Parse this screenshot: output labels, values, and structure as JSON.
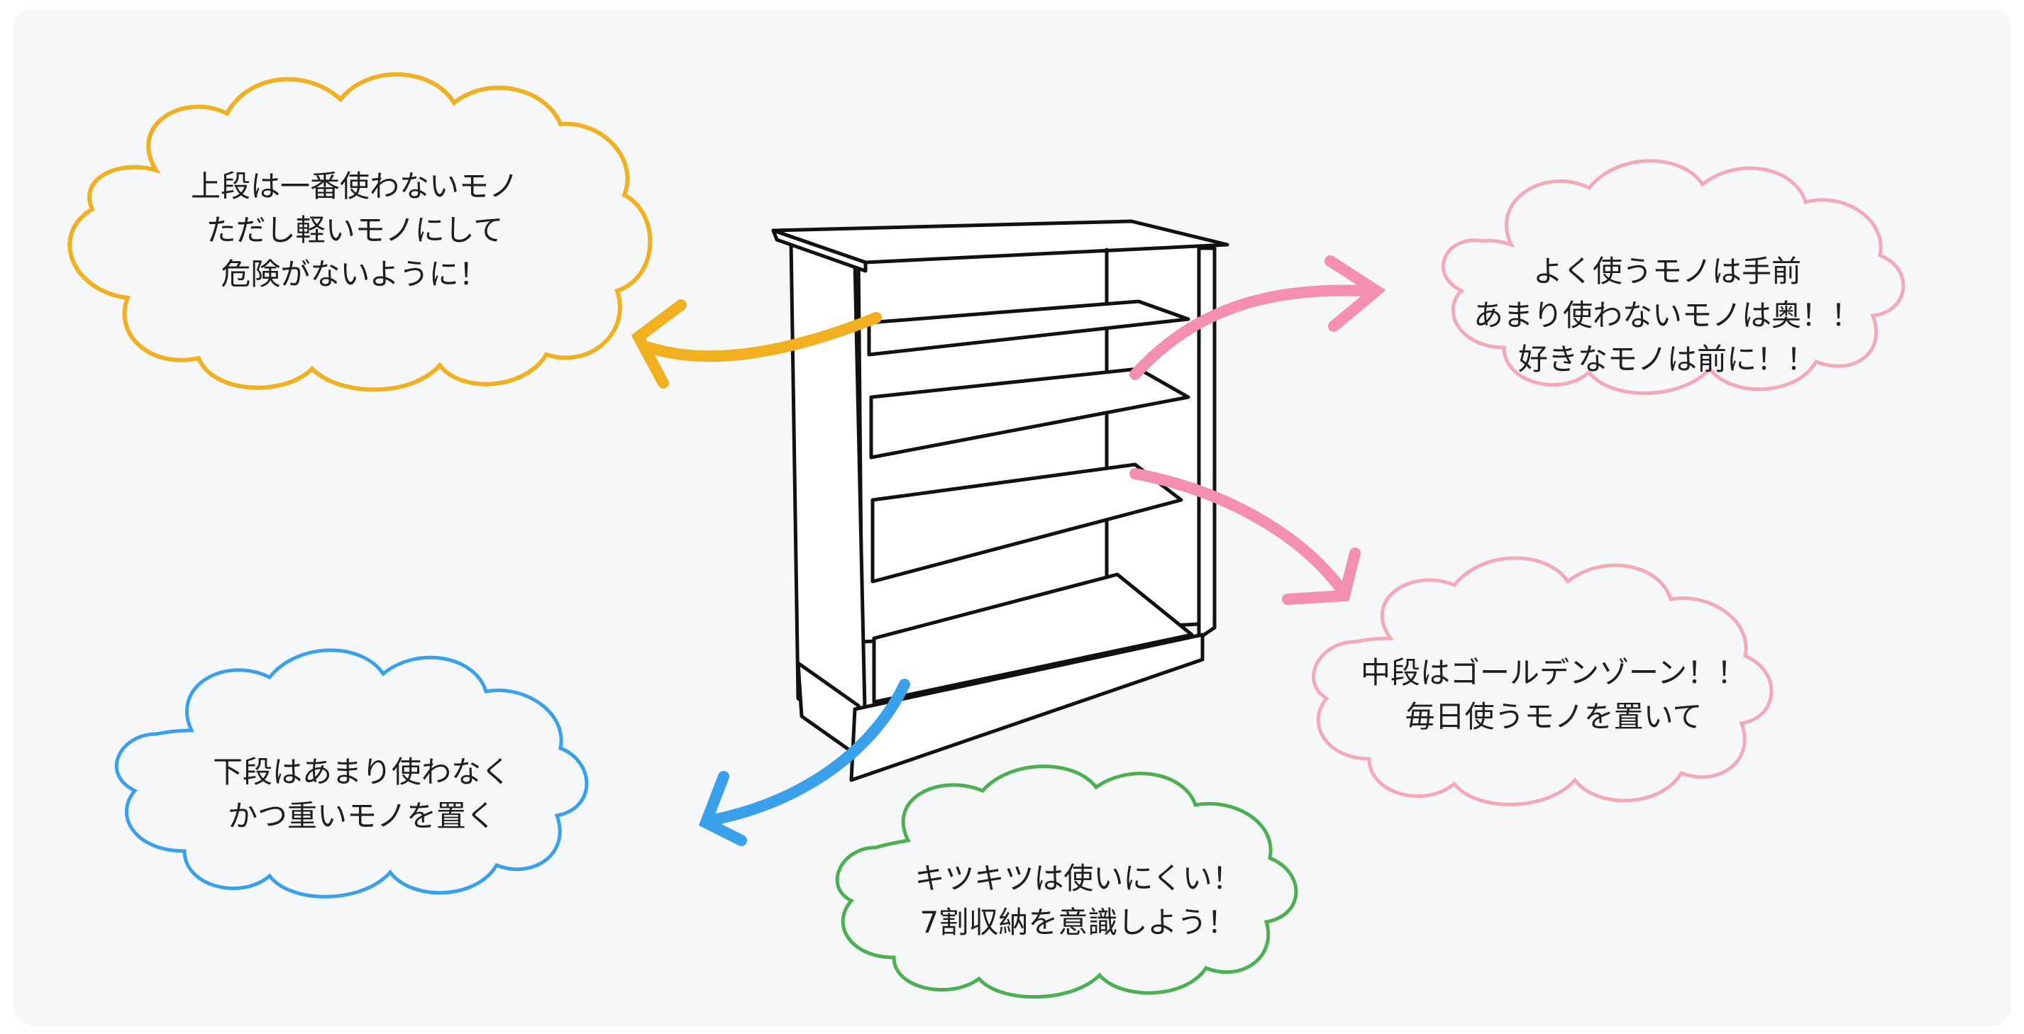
{
  "colors": {
    "top": "#f0b01f",
    "front": "#f48fb1",
    "middle": "#f48fb1",
    "cloud_pink": "#f4a9b8",
    "bottom": "#3aa0ea",
    "space": "#4caf50",
    "ink": "#111111"
  },
  "icons": {
    "shelf": "bookshelf-illustration",
    "arrows": [
      "arrow-left-icon",
      "arrow-right-icon",
      "arrow-down-right-icon",
      "arrow-down-left-icon"
    ]
  },
  "notes": {
    "top": {
      "lines": [
        "上段は一番使わないモノ",
        "ただし軽いモノにして",
        "危険がないように！"
      ]
    },
    "front": {
      "lines": [
        "よく使うモノは手前",
        "あまり使わないモノは奥！！",
        "好きなモノは前に！！"
      ]
    },
    "middle": {
      "lines": [
        "中段はゴールデンゾーン！！",
        "毎日使うモノを置いて"
      ]
    },
    "bottom": {
      "lines": [
        "下段はあまり使わなく",
        "かつ重いモノを置く"
      ]
    },
    "space": {
      "lines": [
        "キツキツは使いにくい！",
        "7割収納を意識しよう！"
      ]
    }
  }
}
